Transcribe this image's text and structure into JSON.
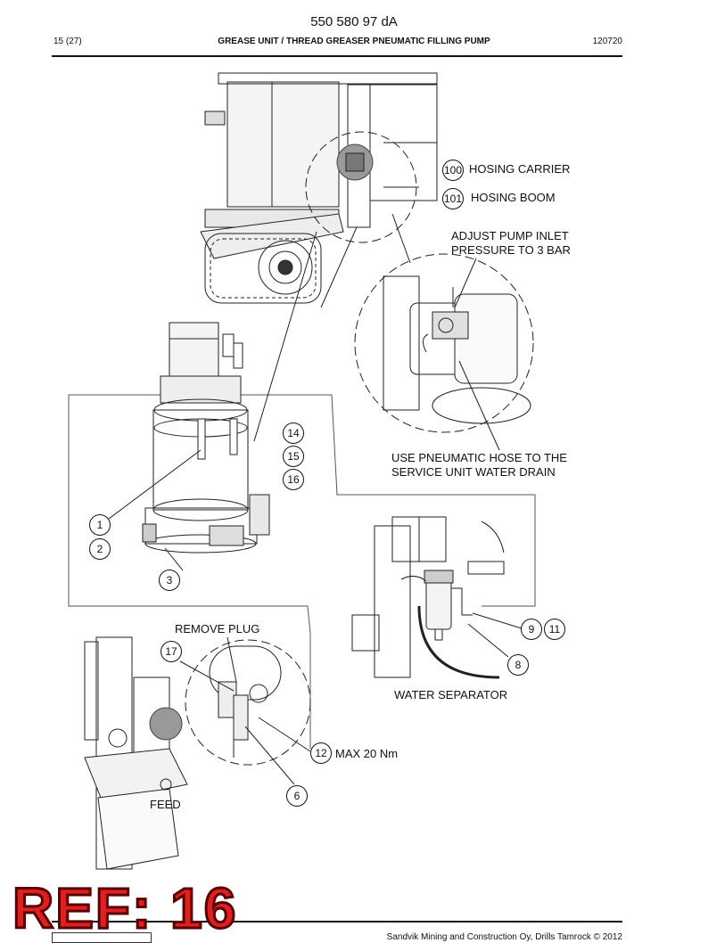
{
  "header": {
    "doc_number": "550 580 97 dA",
    "page": "15 (27)",
    "title": "GREASE UNIT / THREAD GREASER PNEUMATIC FILLING PUMP",
    "date": "120720"
  },
  "callouts": {
    "c100": "100",
    "c101": "101",
    "c14": "14",
    "c15": "15",
    "c16": "16",
    "c1": "1",
    "c2": "2",
    "c3": "3",
    "c17": "17",
    "c12": "12",
    "c6": "6",
    "c9": "9",
    "c11": "11",
    "c8": "8"
  },
  "labels": {
    "hosing_carrier": "HOSING CARRIER",
    "hosing_boom": "HOSING BOOM",
    "adjust_pump_line1": "ADJUST PUMP INLET",
    "adjust_pump_line2": "PRESSURE TO 3 BAR",
    "use_hose_line1": "USE PNEUMATIC HOSE TO THE",
    "use_hose_line2": "SERVICE UNIT WATER DRAIN",
    "remove_plug": "REMOVE PLUG",
    "water_separator": "WATER SEPARATOR",
    "max_torque": "MAX 20 Nm",
    "feed": "FEED"
  },
  "stamp": {
    "ref": "REF: 16"
  },
  "footer": {
    "copyright": "Sandvik Mining and Construction Oy, Drills Tamrock © 2012"
  }
}
